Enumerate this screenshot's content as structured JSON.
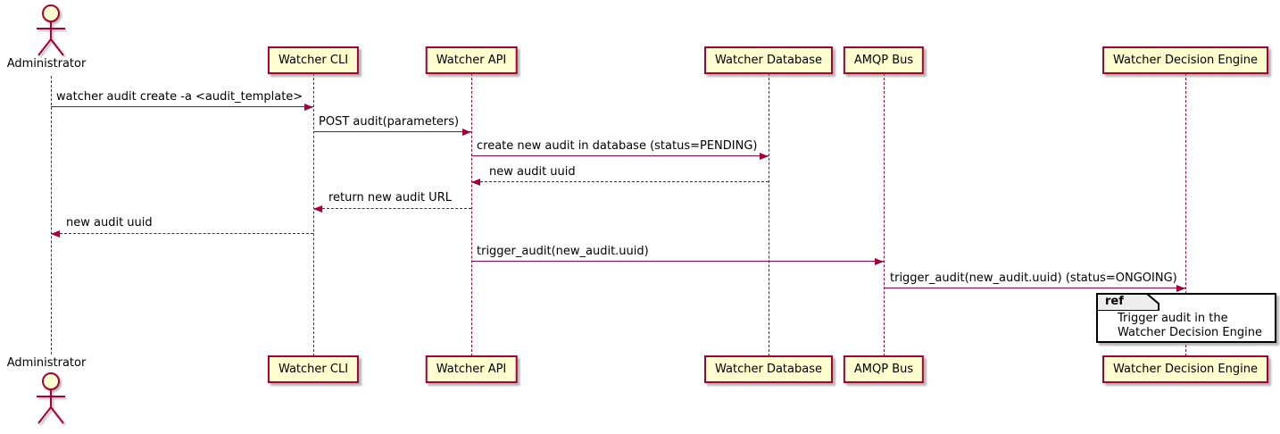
{
  "diagram": {
    "type": "uml-sequence",
    "actor": {
      "name": "Administrator"
    },
    "participants": [
      {
        "id": "cli",
        "label": "Watcher CLI"
      },
      {
        "id": "api",
        "label": "Watcher API"
      },
      {
        "id": "db",
        "label": "Watcher Database"
      },
      {
        "id": "amqp",
        "label": "AMQP Bus"
      },
      {
        "id": "wde",
        "label": "Watcher Decision Engine"
      }
    ],
    "messages": [
      {
        "from": "Administrator",
        "to": "Watcher CLI",
        "label": "watcher audit create -a <audit_template>",
        "style": "solid"
      },
      {
        "from": "Watcher CLI",
        "to": "Watcher API",
        "label": "POST audit(parameters)",
        "style": "solid"
      },
      {
        "from": "Watcher API",
        "to": "Watcher Database",
        "label": "create new audit in database (status=PENDING)",
        "style": "solid"
      },
      {
        "from": "Watcher Database",
        "to": "Watcher API",
        "label": "new audit uuid",
        "style": "dashed"
      },
      {
        "from": "Watcher API",
        "to": "Watcher CLI",
        "label": "return new audit URL",
        "style": "dashed"
      },
      {
        "from": "Watcher CLI",
        "to": "Administrator",
        "label": "new audit uuid",
        "style": "dashed"
      },
      {
        "from": "Watcher API",
        "to": "AMQP Bus",
        "label": "trigger_audit(new_audit.uuid)",
        "style": "solid"
      },
      {
        "from": "AMQP Bus",
        "to": "Watcher Decision Engine",
        "label": "trigger_audit(new_audit.uuid) (status=ONGOING)",
        "style": "solid"
      }
    ],
    "ref": {
      "keyword": "ref",
      "over": "Watcher Decision Engine",
      "lines": [
        "Trigger audit in the",
        "Watcher Decision Engine"
      ]
    },
    "colors": {
      "participant_fill": "#FEFECE",
      "participant_border": "#A80036",
      "lifeline": "#A80036",
      "arrow": "#A80036",
      "text": "#000000",
      "ref_border": "#000000",
      "ref_tab_fill": "#EEEEEE"
    }
  }
}
